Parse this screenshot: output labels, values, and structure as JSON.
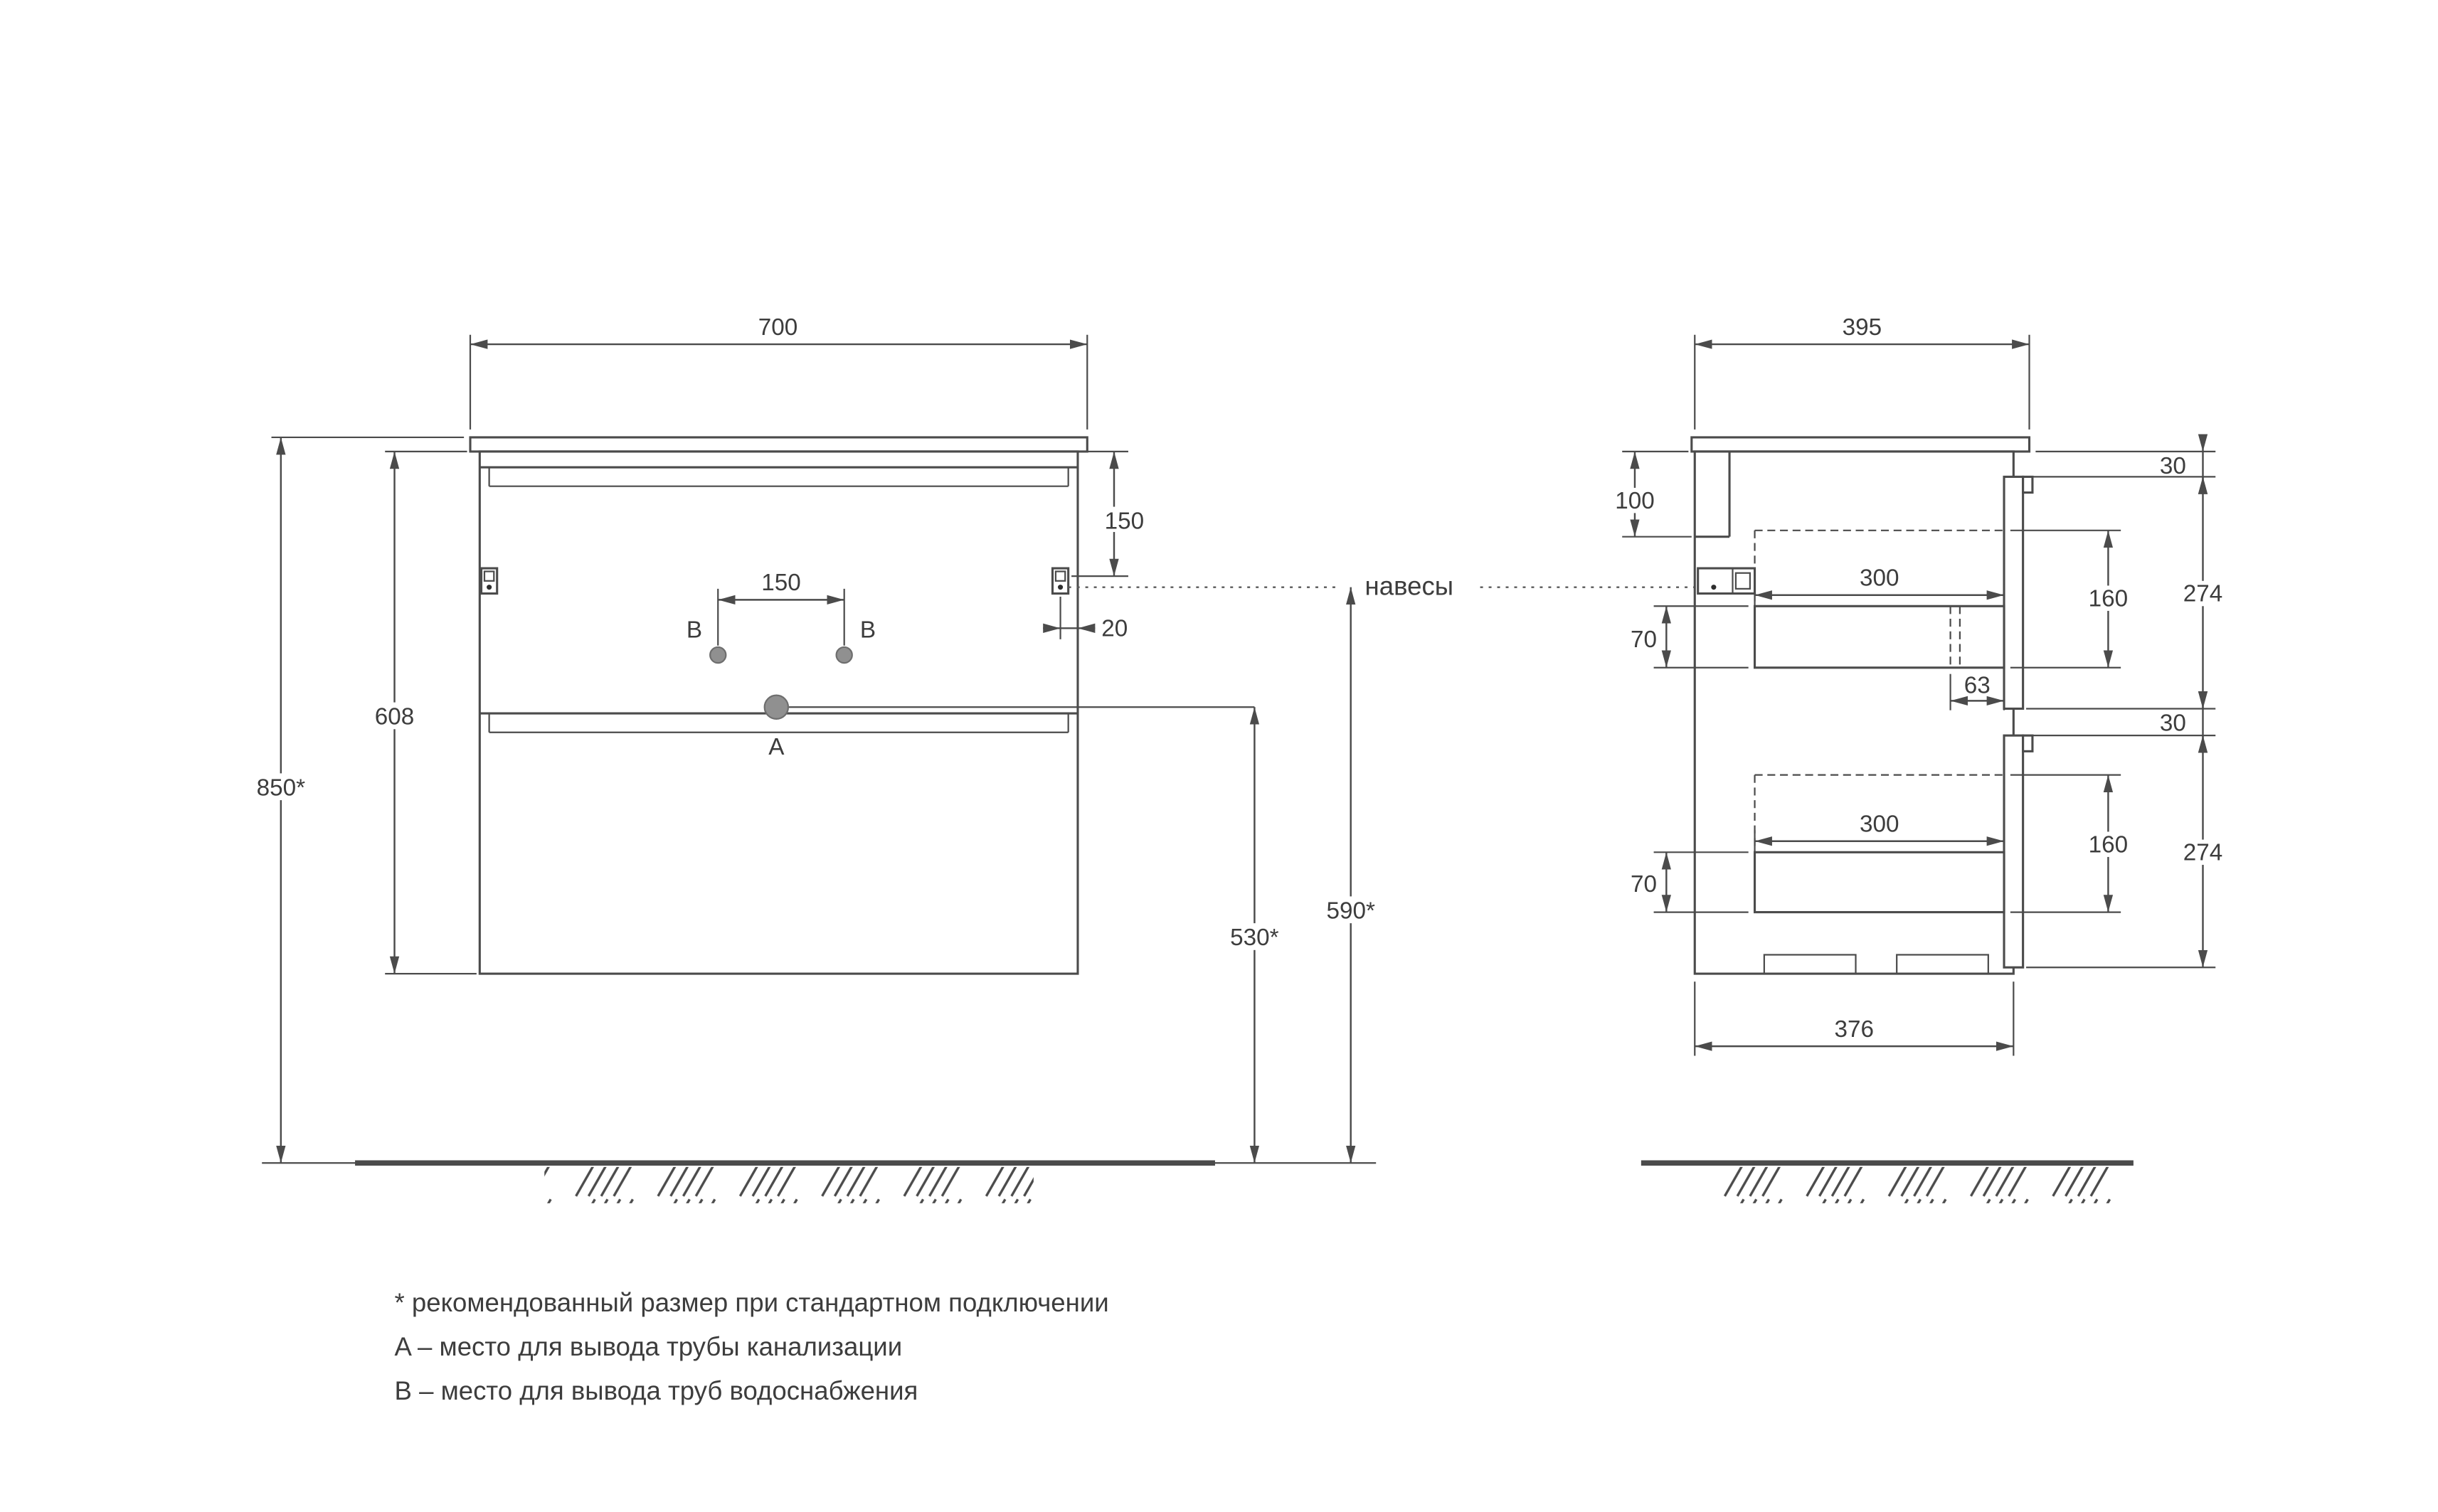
{
  "front_view": {
    "width": "700",
    "body_height": "608",
    "total_height": "850*",
    "top_offset": "150",
    "b_spacing": "150",
    "hinge_offset": "20",
    "drain_height": "530*",
    "hanger_height": "590*",
    "label_a": "A",
    "label_b_left": "B",
    "label_b_right": "B"
  },
  "side_view": {
    "depth": "395",
    "rail_height": "100",
    "top_gap": "30",
    "front_height_top": "274",
    "box_side_top": "160",
    "box_depth_top": "300",
    "box_bottom_top": "70",
    "slide_offset": "63",
    "mid_gap": "30",
    "front_height_bottom": "274",
    "box_side_bottom": "160",
    "box_depth_bottom": "300",
    "box_bottom_bottom": "70",
    "body_depth": "376"
  },
  "annotations": {
    "hangers": "навесы"
  },
  "legend": {
    "note": "* рекомендованный размер при стандартном подключении",
    "a": "A – место для вывода трубы канализации",
    "b": "B – место для вывода труб водоснабжения"
  },
  "colors": {
    "line": "#4b4b4b",
    "text": "#3d3d3d",
    "hole": "#909090"
  }
}
